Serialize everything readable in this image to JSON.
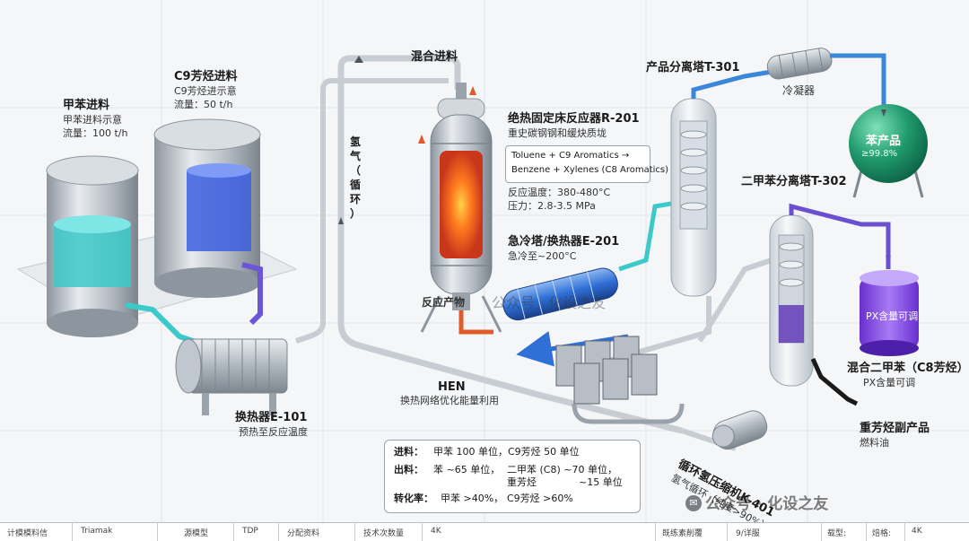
{
  "feeds": {
    "toluene": {
      "title": "甲苯进料",
      "sub1": "甲苯进料示意",
      "sub2": "流量：100 t/h"
    },
    "c9": {
      "title": "C9芳烃进料",
      "sub1": "C9芳烃进示意",
      "sub2": "流量：50 t/h"
    }
  },
  "exchanger_e101": {
    "title": "换热器E-101",
    "sub": "预热至反应温度"
  },
  "mix_feed": {
    "title": "混合进料"
  },
  "hydrogen": {
    "chars": [
      "氢",
      "气",
      "（",
      "循",
      "环",
      "）"
    ]
  },
  "reactor": {
    "title": "绝热固定床反应器R-201",
    "sub": "重史碳钢钢和缓炔质垅",
    "reaction_line1": "Toluene + C9 Aromatics →",
    "reaction_line2": "Benzene + Xylenes (C8 Aromatics)",
    "temp": "反应温度：380-480°C",
    "pressure": "压力：2.8-3.5 MPa",
    "product_label": "反应产物"
  },
  "quench": {
    "title": "急冷塔/换热器E-201",
    "sub": "急冷至~200°C"
  },
  "column_t301": {
    "title": "产品分离塔T-301"
  },
  "condenser": {
    "title": "冷凝器"
  },
  "benzene": {
    "title": "苯产品",
    "purity": "≥99.8%"
  },
  "column_t302": {
    "title": "二甲苯分离塔T-302"
  },
  "px_tank": {
    "label": "PX含量可调"
  },
  "mixed_xylene": {
    "title": "混合二甲苯（C8芳烃）",
    "sub": "PX含量可调"
  },
  "heavy": {
    "title": "重芳烃副产品",
    "sub": "燃料油"
  },
  "hen": {
    "title": "HEN",
    "sub": "换热网络优化能量利用"
  },
  "compressor": {
    "title": "循环氢压缩机K-401",
    "sub": "氢气循环（纯度>90%）"
  },
  "balance": {
    "feed_label": "进料：",
    "feed_value": "甲苯 100 单位，C9芳烃 50 单位",
    "out_label": "出料：",
    "out_benzene": "苯 ~65 单位，",
    "out_xylene": "二甲苯 (C8) ~70 单位，",
    "out_heavy_label": "重芳烃",
    "out_heavy": "~15 单位",
    "conv_label": "转化率：",
    "conv_toluene": "甲苯 >40%，",
    "conv_c9": "C9芳烃 >60%"
  },
  "watermark": {
    "brand": "公众号 · 化设之友",
    "center": "公众号 · 化设之友"
  },
  "footer": [
    "计模模料信",
    "Triamak",
    "源模型",
    "TDP",
    "分配资料",
    "技术次数量",
    "4K",
    "既练素削覆",
    "9/详服",
    "载型:",
    "焙格:",
    "4K"
  ],
  "colors": {
    "toluene_liquid": "#3cc9c9",
    "c9_liquid": "#3b5fe0",
    "benzene_sphere": "#1f9a6e",
    "px_liquid": "#8b4fe8",
    "hot_glow": "#ff5a1a",
    "quench_blue": "#2f6fd6"
  }
}
